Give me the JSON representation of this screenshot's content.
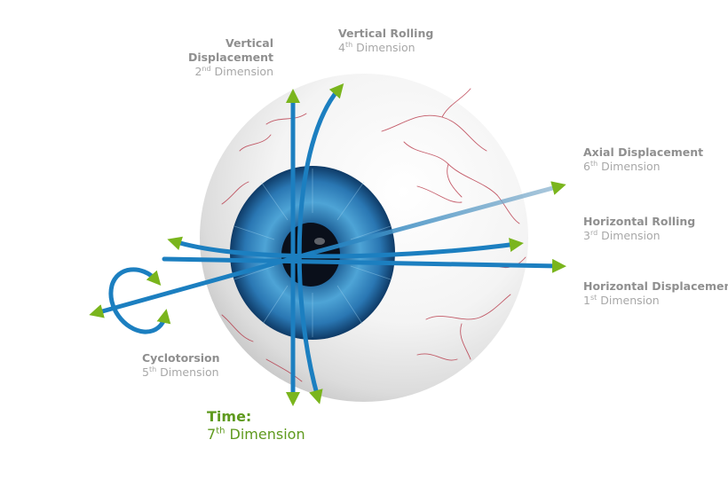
{
  "colors": {
    "axis_blue": "#1c7fc0",
    "arrow_green": "#7ab51d",
    "time_green": "#5f9a1e",
    "label_gray": "#a8a8a8",
    "vein_red": "#b3283a"
  },
  "labels": {
    "vertical_displacement": {
      "title_line1": "Vertical",
      "title_line2": "Displacement",
      "dim_num": "2",
      "dim_sup": "nd",
      "dim_word": " Dimension"
    },
    "vertical_rolling": {
      "title": "Vertical Rolling",
      "dim_num": "4",
      "dim_sup": "th",
      "dim_word": " Dimension"
    },
    "axial_displacement": {
      "title": "Axial Displacement",
      "dim_num": "6",
      "dim_sup": "th",
      "dim_word": " Dimension"
    },
    "horizontal_rolling": {
      "title": "Horizontal Rolling",
      "dim_num": "3",
      "dim_sup": "rd",
      "dim_word": " Dimension"
    },
    "horizontal_displacement": {
      "title": "Horizontal Displacement",
      "dim_num": "1",
      "dim_sup": "st",
      "dim_word": " Dimension"
    },
    "cyclotorsion": {
      "title": "Cyclotorsion",
      "dim_num": "5",
      "dim_sup": "th",
      "dim_word": " Dimension"
    },
    "time": {
      "title": "Time:",
      "dim_num": "7",
      "dim_sup": "th",
      "dim_word": " Dimension"
    }
  }
}
